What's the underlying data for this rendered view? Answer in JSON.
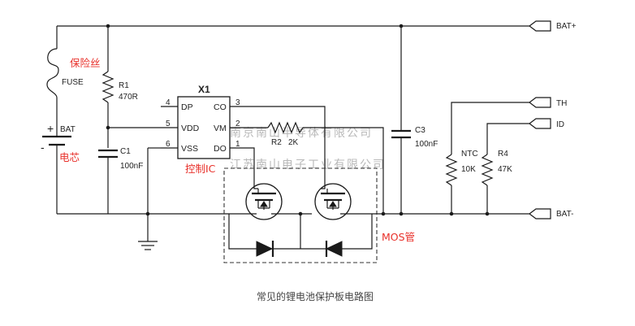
{
  "terminals": {
    "bat_plus": "BAT+",
    "th": "TH",
    "id": "ID",
    "bat_minus": "BAT-"
  },
  "components": {
    "fuse": {
      "ref": "FUSE",
      "note": "保险丝"
    },
    "r1": {
      "ref": "R1",
      "value": "470R"
    },
    "battery": {
      "ref": "BAT",
      "plus": "+",
      "minus": "-",
      "note": "电芯"
    },
    "c1": {
      "ref": "C1",
      "value": "100nF"
    },
    "ic": {
      "ref": "X1",
      "note": "控制IC",
      "pins_left": [
        {
          "num": "4",
          "name": "DP"
        },
        {
          "num": "5",
          "name": "VDD"
        },
        {
          "num": "6",
          "name": "VSS"
        }
      ],
      "pins_right": [
        {
          "num": "3",
          "name": "CO"
        },
        {
          "num": "2",
          "name": "VM"
        },
        {
          "num": "1",
          "name": "DO"
        }
      ]
    },
    "r2": {
      "ref": "R2",
      "value": "2K"
    },
    "c3": {
      "ref": "C3",
      "value": "100nF"
    },
    "ntc": {
      "ref": "NTC",
      "value": "10K"
    },
    "r4": {
      "ref": "R4",
      "value": "47K"
    },
    "mos": {
      "note": "MOS管"
    }
  },
  "watermarks": [
    "南京南山半导体有限公司",
    "江苏南山电子工业有限公司"
  ],
  "caption": "常见的锂电池保护板电路图"
}
